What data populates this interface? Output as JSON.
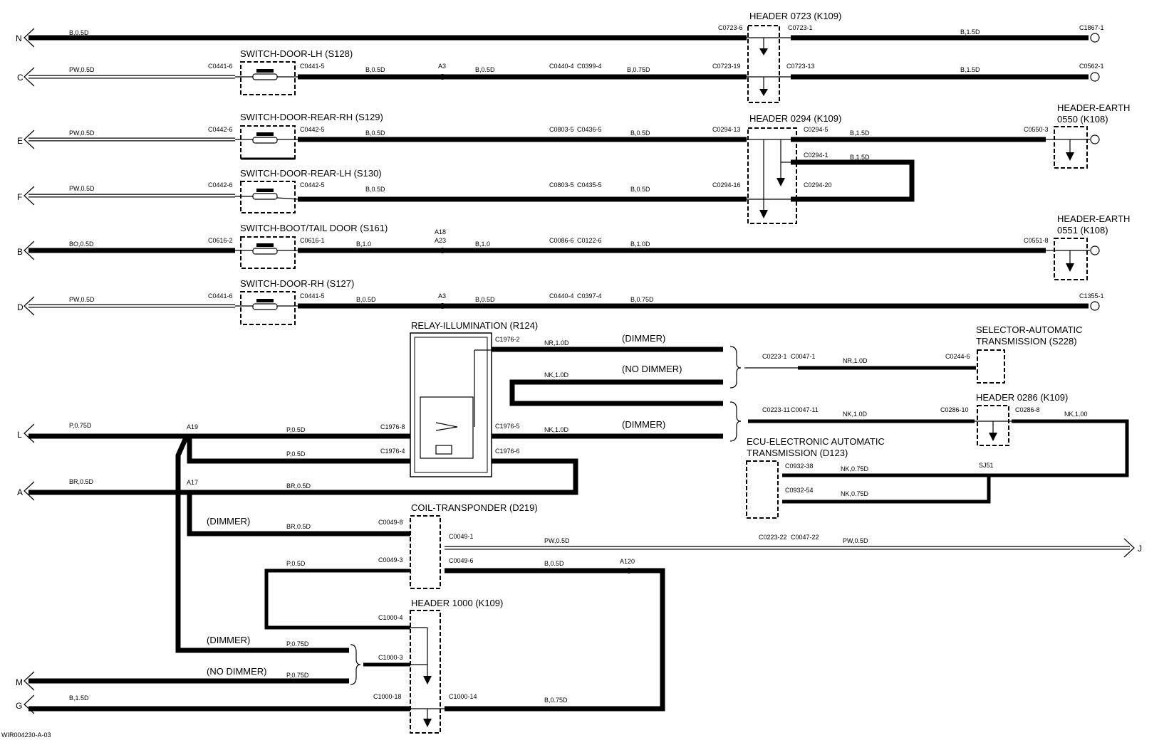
{
  "pins": {
    "N": "N",
    "C": "C",
    "E": "E",
    "F": "F",
    "B": "B",
    "D": "D",
    "L": "L",
    "A": "A",
    "M": "M",
    "G": "G",
    "J": "J"
  },
  "components": {
    "header_0723": "HEADER 0723 (K109)",
    "switch_door_lh": "SWITCH-DOOR-LH (S128)",
    "switch_door_rear_rh": "SWITCH-DOOR-REAR-RH (S129)",
    "header_0294": "HEADER 0294 (K109)",
    "header_earth_0550": [
      "HEADER-EARTH",
      "0550 (K108)"
    ],
    "switch_door_rear_lh": "SWITCH-DOOR-REAR-LH (S130)",
    "switch_boot": "SWITCH-BOOT/TAIL DOOR (S161)",
    "header_earth_0551": [
      "HEADER-EARTH",
      "0551 (K108)"
    ],
    "switch_door_rh": "SWITCH-DOOR-RH (S127)",
    "relay_illumination": "RELAY-ILLUMINATION (R124)",
    "selector_auto": [
      "SELECTOR-AUTOMATIC",
      "TRANSMISSION (S228)"
    ],
    "header_0286": "HEADER 0286 (K109)",
    "ecu_auto": [
      "ECU-ELECTRONIC AUTOMATIC",
      "TRANSMISSION (D123)"
    ],
    "coil_transponder": "COIL-TRANSPONDER (D219)",
    "header_1000": "HEADER 1000 (K109)"
  },
  "annotations": {
    "dimmer": "(DIMMER)",
    "no_dimmer": "(NO DIMMER)"
  },
  "wire_labels": {
    "n1": "B,0.5D",
    "n2": "B,1.5D",
    "c1": "PW,0.5D",
    "c2": "B,0.5D",
    "c3": "B,0.5D",
    "c4": "B,0.75D",
    "c5": "B,1.5D",
    "e1": "PW,0.5D",
    "e2": "B,0.5D",
    "e3": "B,0.5D",
    "e4": "B,1.5D",
    "e5": "B,1.5D",
    "f1": "PW,0.5D",
    "f2": "B,0.5D",
    "f3": "B,0.5D",
    "b1": "BO,0.5D",
    "b2": "B,1.0",
    "b3": "B,1.0",
    "b4": "B,1.0D",
    "d1": "PW,0.5D",
    "d2": "B,0.5D",
    "d3": "B,0.5D",
    "d4": "B,0.75D",
    "r1": "NR,1.0D",
    "r2": "NK,1.0D",
    "r3": "NK,1.0D",
    "s1": "NR,1.0D",
    "h1": "NK,1.0D",
    "h2": "NK,1.00",
    "ecu1": "NK,0.75D",
    "ecu2": "NK,0.75D",
    "l1": "P,0.75D",
    "l2": "P,0.5D",
    "l3": "P,0.5D",
    "a1": "BR,0.5D",
    "a2": "BR,0.5D",
    "a3": "BR,0.5D",
    "t1": "PW,0.5D",
    "t2": "PW,0.5D",
    "t3": "P,0.5D",
    "t4": "B,0.5D",
    "m1": "P,0.75D",
    "m2": "P,0.75D",
    "g1": "B,1.5D",
    "g2": "B,0.75D"
  },
  "connectors": {
    "c0723_6": "C0723-6",
    "c0723_1": "C0723-1",
    "c1867_1": "C1867-1",
    "c0441_6": "C0441-6",
    "c0441_5": "C0441-5",
    "c0440_4": "C0440-4",
    "c0399_4": "C0399-4",
    "c0723_19": "C0723-19",
    "c0723_13": "C0723-13",
    "c0562_1": "C0562-1",
    "c0442_6": "C0442-6",
    "c0442_5": "C0442-5",
    "c0803_5": "C0803-5",
    "c0436_5": "C0436-5",
    "c0294_13": "C0294-13",
    "c0294_5": "C0294-5",
    "c0294_1": "C0294-1",
    "c0550_3": "C0550-3",
    "c0442_6b": "C0442-6",
    "c0442_5b": "C0442-5",
    "c0803_5b": "C0803-5",
    "c0435_5": "C0435-5",
    "c0294_16": "C0294-16",
    "c0294_20": "C0294-20",
    "c0616_2": "C0616-2",
    "c0616_1": "C0616-1",
    "c0086_6": "C0086-6",
    "c0122_6": "C0122-6",
    "c0551_8": "C0551-8",
    "c0441_6b": "C0441-6",
    "c0441_5b": "C0441-5",
    "c0440_4b": "C0440-4",
    "c0397_4": "C0397-4",
    "c1355_1": "C1355-1",
    "c1976_2": "C1976-2",
    "c1976_8": "C1976-8",
    "c1976_4": "C1976-4",
    "c1976_5": "C1976-5",
    "c1976_6": "C1976-6",
    "c0223_1": "C0223-1",
    "c0047_1": "C0047-1",
    "c0244_6": "C0244-6",
    "c0223_11": "C0223-11",
    "c0047_11": "C0047-11",
    "c0286_10": "C0286-10",
    "c0286_8": "C0286-8",
    "c0932_38": "C0932-38",
    "c0932_54": "C0932-54",
    "c0049_8": "C0049-8",
    "c0049_1": "C0049-1",
    "c0223_22": "C0223-22",
    "c0047_22": "C0047-22",
    "c0049_3": "C0049-3",
    "c0049_6": "C0049-6",
    "c1000_4": "C1000-4",
    "c1000_3": "C1000-3",
    "c1000_18": "C1000-18",
    "c1000_14": "C1000-14"
  },
  "splices": {
    "a3": "A3",
    "a3b": "A3",
    "a18": "A18",
    "a23": "A23",
    "a19": "A19",
    "a17": "A17",
    "a120": "A120",
    "sj51": "SJ51"
  },
  "footer_code": "WIR004230-A-03"
}
